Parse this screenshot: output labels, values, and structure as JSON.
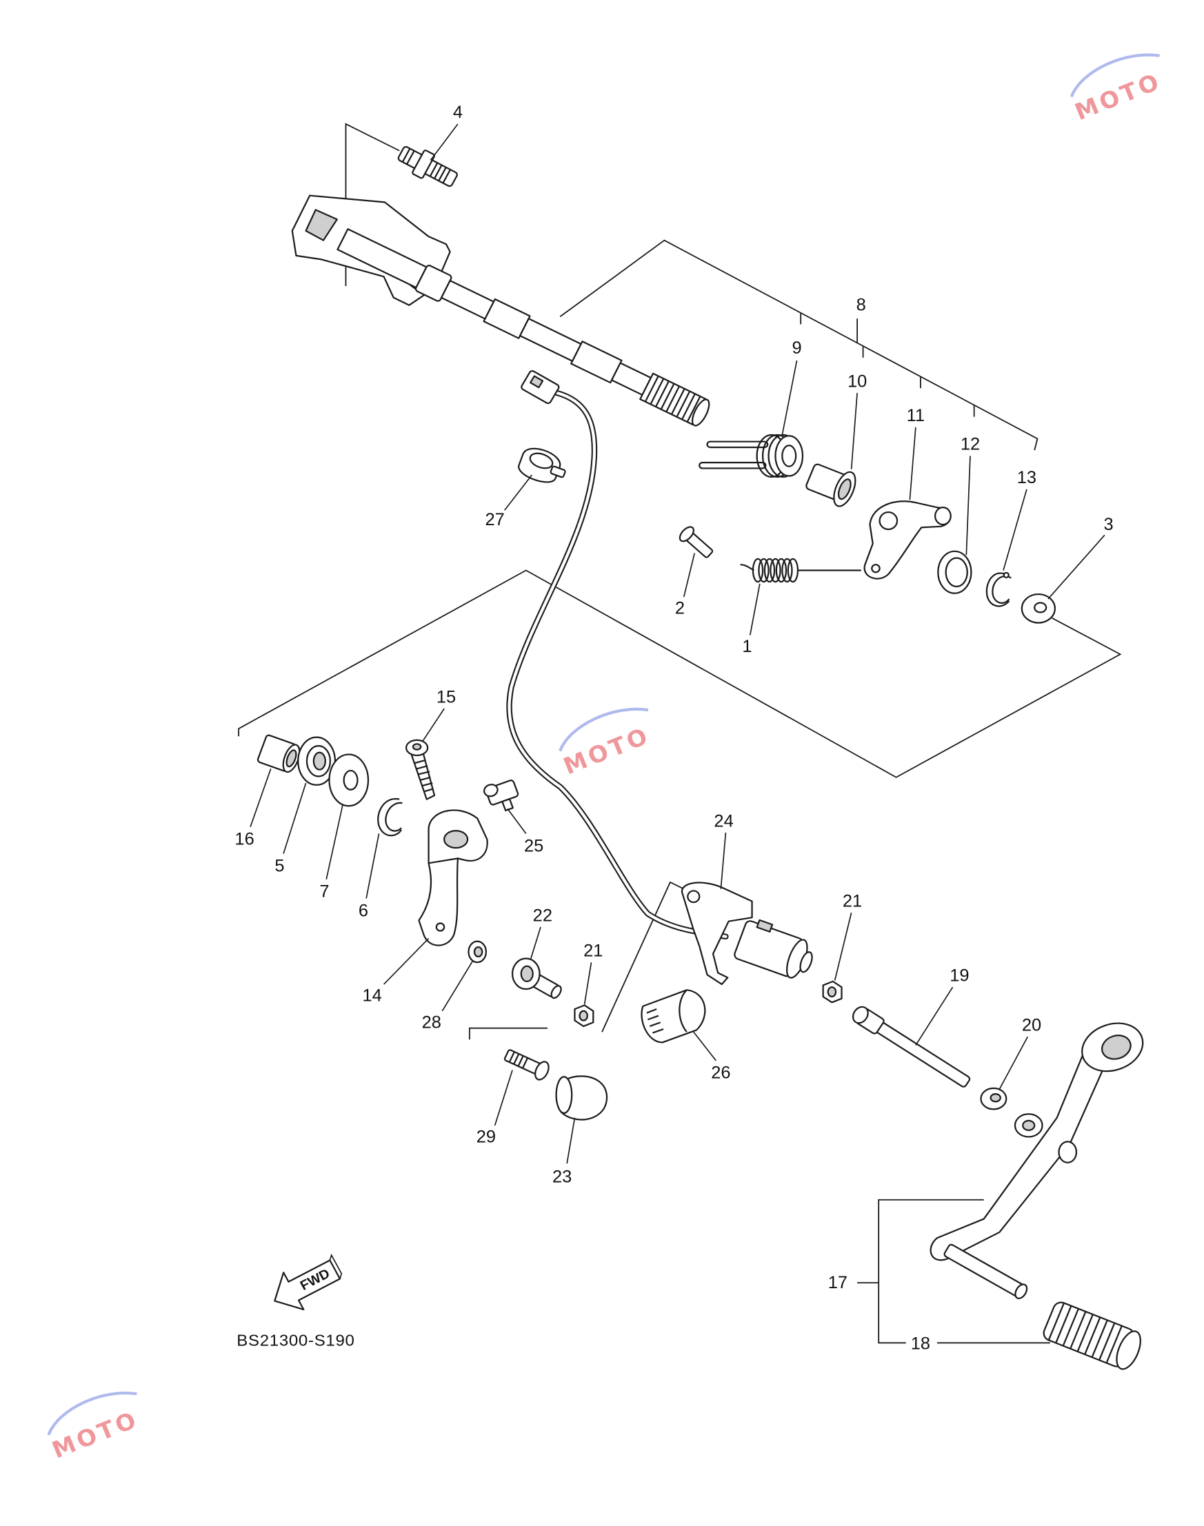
{
  "diagram_code": "BS21300-S190",
  "direction_marker": {
    "label": "FWD",
    "icon": "arrow-left-down-icon"
  },
  "callouts": {
    "part_1": "1",
    "part_2": "2",
    "part_3": "3",
    "part_4": "4",
    "part_5": "5",
    "part_6": "6",
    "part_7": "7",
    "part_8": "8",
    "part_9": "9",
    "part_10": "10",
    "part_11": "11",
    "part_12": "12",
    "part_13": "13",
    "part_14": "14",
    "part_15": "15",
    "part_16": "16",
    "part_17": "17",
    "part_18": "18",
    "part_19": "19",
    "part_20": "20",
    "part_21_upper": "21",
    "part_21_lower": "21",
    "part_22": "22",
    "part_23": "23",
    "part_24": "24",
    "part_25": "25",
    "part_26": "26",
    "part_27": "27",
    "part_28": "28",
    "part_29": "29"
  },
  "watermark": {
    "logo_text": "MOTO"
  },
  "colors": {
    "line": "#1c1c1c",
    "background": "#ffffff",
    "watermark_red": "#e2434b",
    "watermark_blue": "#6b7fe0"
  }
}
